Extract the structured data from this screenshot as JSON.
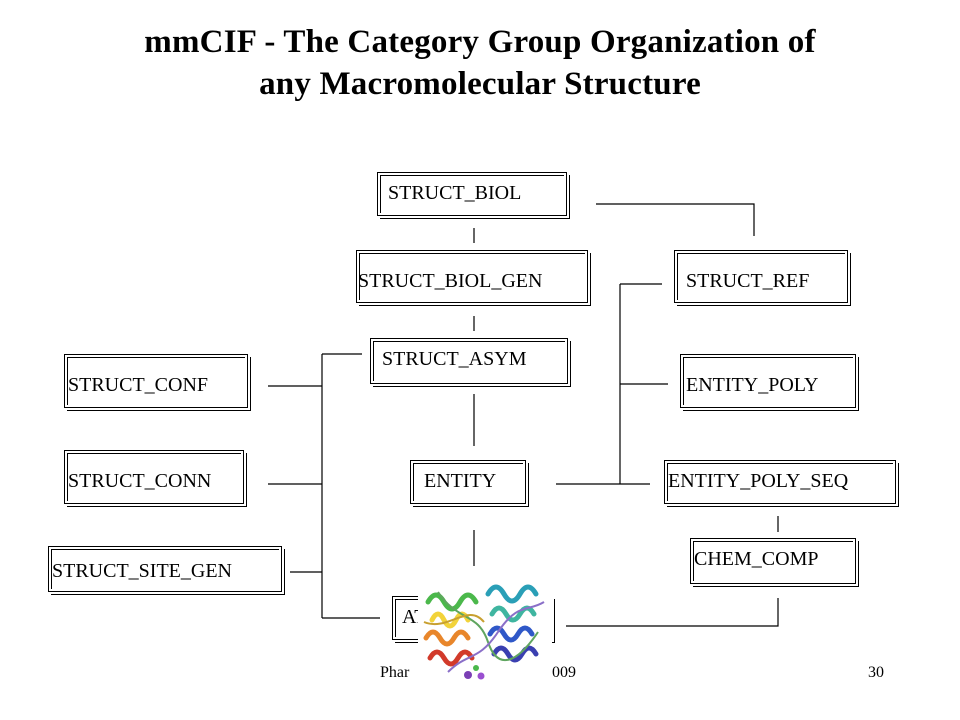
{
  "title": {
    "line1": "mmCIF  - The Category Group Organization of",
    "line2": "any Macromolecular  Structure"
  },
  "nodes": {
    "struct_biol": "STRUCT_BIOL",
    "struct_biol_gen": "STRUCT_BIOL_GEN",
    "struct_ref": "STRUCT_REF",
    "struct_asym": "STRUCT_ASYM",
    "struct_conf": "STRUCT_CONF",
    "entity_poly": "ENTITY_POLY",
    "struct_conn": "STRUCT_CONN",
    "entity": "ENTITY",
    "entity_poly_seq": "ENTITY_POLY_SEQ",
    "struct_site_gen": "STRUCT_SITE_GEN",
    "chem_comp": "CHEM_COMP",
    "atom_site_partial": "AT"
  },
  "footer": {
    "left_partial": "Phar",
    "right_partial": "009",
    "page_number": "30"
  },
  "image": {
    "name": "protein-ribbon-structure",
    "colors": [
      "#d23a2a",
      "#e8862b",
      "#f2d33a",
      "#4bb84b",
      "#2a9fb7",
      "#2f58c8",
      "#7b3fb5"
    ]
  }
}
